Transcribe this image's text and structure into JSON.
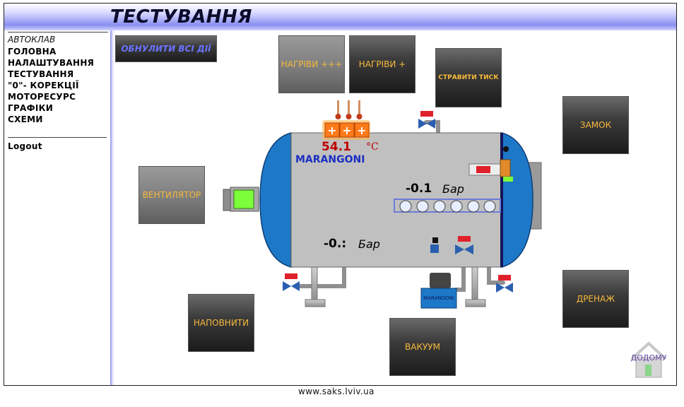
{
  "header": {
    "title": "ТЕСТУВАННЯ"
  },
  "sidebar": {
    "section": "АВТОКЛАВ",
    "items": [
      "ГОЛОВНА",
      "НАЛАШТУВАННЯ",
      "ТЕСТУВАННЯ",
      "\"0\"- КОРЕКЦІЇ",
      "МОТОРЕСУРС",
      "ГРАФІКИ",
      "СХЕМИ"
    ],
    "logout": "Logout"
  },
  "buttons": {
    "reset_all": "ОБНУЛИТИ ВСІ ДІЇ",
    "heat_plus3": "НАГРІВИ +++",
    "heat_plus1": "НАГРІВИ +",
    "release_pressure": "СТРАВИТИ ТИСК",
    "lock": "ЗАМОК",
    "fan": "ВЕНТИЛЯТОР",
    "fill": "НАПОВНИТИ",
    "vacuum": "ВАКУУМ",
    "drain": "ДРЕНАЖ",
    "home": "ДОДОМУ"
  },
  "autoclave": {
    "brand": "MARANGONI",
    "temperature": "54.1",
    "temperature_unit": "°C",
    "pressure_top": "-0.1",
    "pressure_top_unit": "Бар",
    "pressure_inner": "-0.:",
    "pressure_inner_unit": "Бар",
    "heater_symbols": [
      "+",
      "+",
      "+"
    ],
    "pump_label": "MARANGONI"
  },
  "colors": {
    "accent_orange": "#f6b93b",
    "temperature_red": "#c00000",
    "brand_blue": "#1a2ec2",
    "tank_blue": "#1e78c8",
    "tank_grey": "#c0c0c0",
    "indicator_green": "#7cff3a"
  },
  "footer": {
    "url": "www.saks.lviv.ua"
  }
}
